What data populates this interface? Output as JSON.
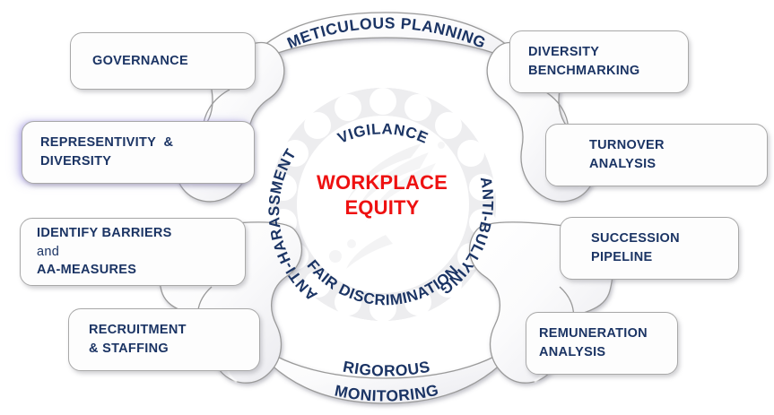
{
  "diagram": {
    "title": "Workplace Equity framework wheel",
    "core": {
      "line1": "WORKPLACE",
      "line2": "EQUITY",
      "color": "#ee1111"
    },
    "colors": {
      "label_navy": "#1b3464",
      "core_red": "#ee1111",
      "ring_grey": "#ececec",
      "chain_stroke": "#8c8c8c",
      "canvas_background": "#ffffff",
      "glow_purple": "#a89ce6"
    },
    "inner_ring_labels": [
      {
        "text": "VIGILANCE",
        "position": "top"
      },
      {
        "text": "ANTI-BULLYING",
        "position": "right"
      },
      {
        "text": "FAIR DISCRIMINATION",
        "position": "bottom"
      },
      {
        "text": "ANTI-HARASSMENT",
        "position": "left"
      }
    ],
    "outer_arc_labels": [
      {
        "text": "METICULOUS PLANNING",
        "position": "top"
      },
      {
        "line1": "RIGOROUS",
        "line2": "MONITORING",
        "position": "bottom"
      }
    ],
    "left_boxes": [
      {
        "id": "governance",
        "lines": [
          {
            "text": "GOVERNANCE",
            "bold": true
          }
        ]
      },
      {
        "id": "representivity",
        "lines": [
          {
            "text": "REPRESENTIVITY  &",
            "bold": true
          },
          {
            "text": "DIVERSITY",
            "bold": true
          }
        ]
      },
      {
        "id": "barriers",
        "lines": [
          {
            "text": "IDENTIFY BARRIERS",
            "bold": true
          },
          {
            "text": "and",
            "bold": false
          },
          {
            "text": "AA-MEASURES",
            "bold": true
          }
        ]
      },
      {
        "id": "recruitment",
        "lines": [
          {
            "text": "RECRUITMENT",
            "bold": true
          },
          {
            "text": "& STAFFING",
            "bold": true
          }
        ]
      }
    ],
    "right_boxes": [
      {
        "id": "diversity",
        "lines": [
          {
            "text": "DIVERSITY",
            "bold": true
          },
          {
            "text": "BENCHMARKING",
            "bold": true
          }
        ]
      },
      {
        "id": "turnover",
        "lines": [
          {
            "text": "TURNOVER",
            "bold": true
          },
          {
            "text": "ANALYSIS",
            "bold": true
          }
        ]
      },
      {
        "id": "succession",
        "lines": [
          {
            "text": "SUCCESSION",
            "bold": true
          },
          {
            "text": "PIPELINE",
            "bold": true
          }
        ]
      },
      {
        "id": "remuneration",
        "lines": [
          {
            "text": "REMUNERATION",
            "bold": true
          },
          {
            "text": "ANALYSIS",
            "bold": true
          }
        ]
      }
    ]
  }
}
